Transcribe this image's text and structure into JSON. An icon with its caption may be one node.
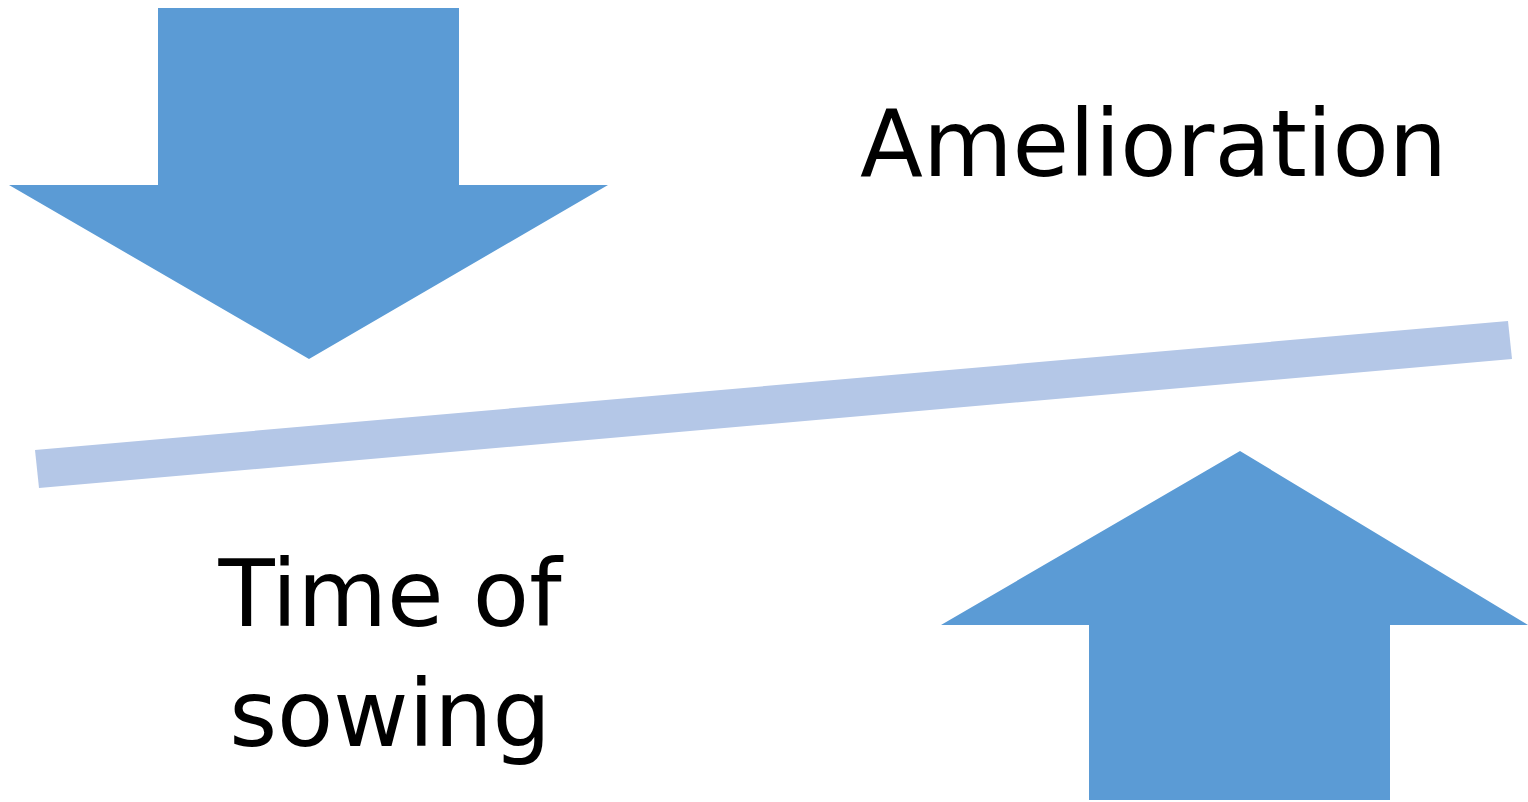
{
  "diagram": {
    "nodes": [
      {
        "text": [],
        "shape": "bar"
      }
    ],
    "labels": [
      "Amelioration",
      "Time of sowing"
    ]
  }
}
